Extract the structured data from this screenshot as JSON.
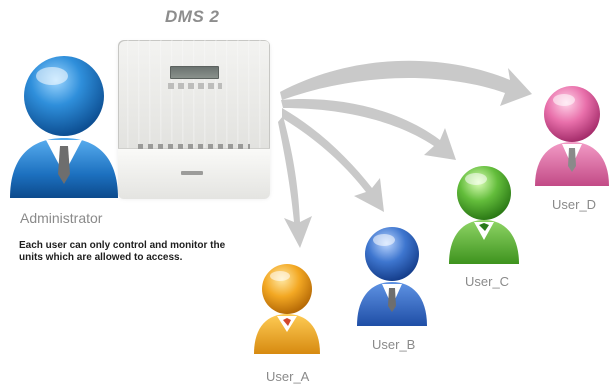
{
  "title": "DMS 2",
  "description": "Each user can only control and monitor the units which are allowed to access.",
  "administrator": {
    "label": "Administrator"
  },
  "users": [
    {
      "label": "User_A",
      "color": "#f0a21b"
    },
    {
      "label": "User_B",
      "color": "#2f68c6"
    },
    {
      "label": "User_C",
      "color": "#56b23a"
    },
    {
      "label": "User_D",
      "color": "#e46ca6"
    }
  ],
  "colors": {
    "admin": "#1f7fc9",
    "arrow": "#c9c9c9",
    "label_text": "#8a8a8a"
  }
}
